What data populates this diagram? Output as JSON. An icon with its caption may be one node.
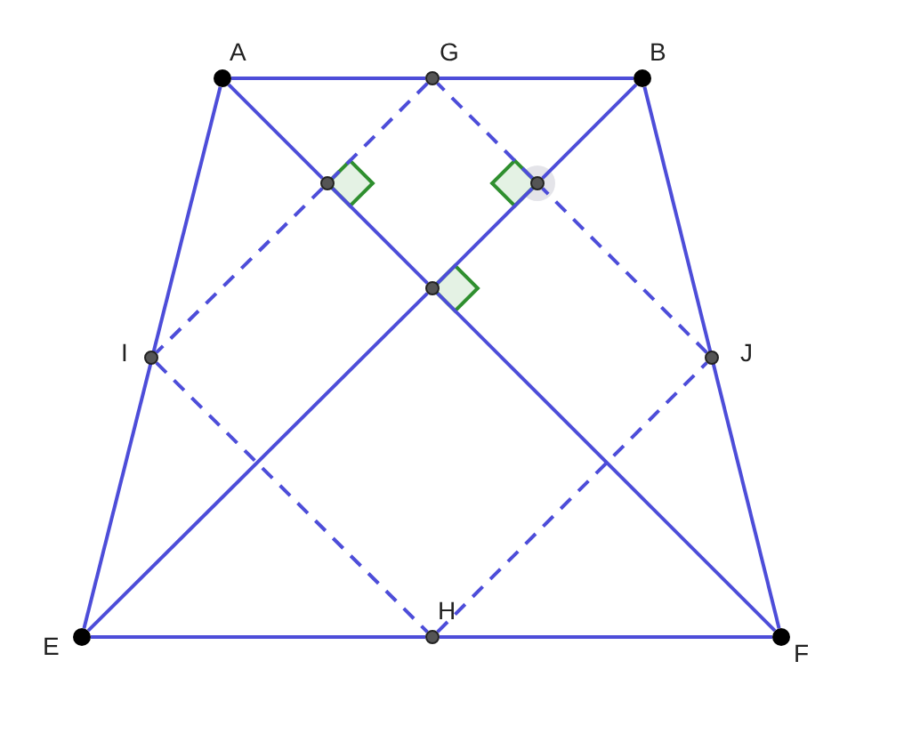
{
  "diagram": {
    "nodes": [
      {
        "text": [],
        "shape": "circle",
        "beside": [
          "A"
        ]
      },
      {
        "text": [],
        "shape": "circle",
        "beside": [
          "G"
        ]
      },
      {
        "text": [],
        "shape": "circle",
        "beside": [
          "B"
        ]
      },
      {
        "text": [],
        "shape": "circle",
        "beside": [
          "I"
        ]
      },
      {
        "text": [],
        "shape": "circle",
        "beside": [
          "J"
        ]
      },
      {
        "text": [],
        "shape": "circle",
        "beside": [
          "E"
        ]
      },
      {
        "text": [],
        "shape": "circle",
        "beside": [
          "H"
        ]
      },
      {
        "text": [],
        "shape": "circle",
        "beside": [
          "F"
        ]
      },
      {
        "text": [],
        "shape": "circle"
      },
      {
        "text": [],
        "shape": "circle"
      },
      {
        "text": [],
        "shape": "circle"
      }
    ],
    "edges": [
      {
        "from": 0,
        "to": 1,
        "arrow": "none"
      },
      {
        "from": 1,
        "to": 2,
        "arrow": "none"
      },
      {
        "from": 2,
        "to": 7,
        "arrow": "none"
      },
      {
        "from": 7,
        "to": 6,
        "arrow": "none"
      },
      {
        "from": 6,
        "to": 5,
        "arrow": "none"
      },
      {
        "from": 5,
        "to": 0,
        "arrow": "none"
      },
      {
        "from": 0,
        "to": 8,
        "arrow": "none"
      },
      {
        "from": 8,
        "to": 10,
        "arrow": "none"
      },
      {
        "from": 10,
        "to": 7,
        "arrow": "none"
      },
      {
        "from": 2,
        "to": 9,
        "arrow": "none"
      },
      {
        "from": 9,
        "to": 10,
        "arrow": "none"
      },
      {
        "from": 10,
        "to": 5,
        "arrow": "none"
      },
      {
        "from": 1,
        "to": 8,
        "arrow": "none",
        "style": "dashed"
      },
      {
        "from": 8,
        "to": 3,
        "arrow": "none",
        "style": "dashed"
      },
      {
        "from": 3,
        "to": 6,
        "arrow": "none",
        "style": "dashed"
      },
      {
        "from": 6,
        "to": 4,
        "arrow": "none",
        "style": "dashed"
      },
      {
        "from": 4,
        "to": 9,
        "arrow": "none",
        "style": "dashed"
      },
      {
        "from": 9,
        "to": 1,
        "arrow": "none",
        "style": "dashed"
      }
    ]
  }
}
